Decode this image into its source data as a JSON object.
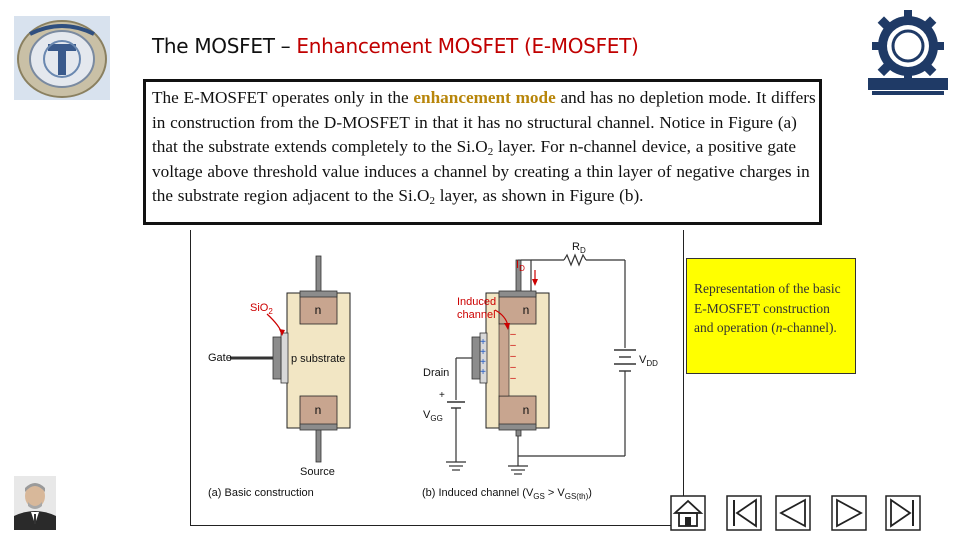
{
  "title": {
    "prefix": "The MOSFET – ",
    "accent": "Enhancement MOSFET (E-MOSFET)"
  },
  "body_text": {
    "p1": "The E-MOSFET operates only in the ",
    "highlight": "enhancement mode",
    "p2": " and has no depletion mode. It differs in construction from the D-MOSFET in that it has no structural channel. Notice in Figure (a) that the substrate extends completely to the Si.O",
    "sub1": "2",
    "p3": " layer. For n-channel device, a positive gate voltage above threshold value induces a channel by creating a thin layer of negative charges in the substrate region adjacent to the Si.O",
    "sub2": "2",
    "p4": " layer, as shown in Figure (b)."
  },
  "caption": {
    "text_a": "Representation of the basic E-MOSFET construction and operation (",
    "italic": "n",
    "text_b": "-channel)."
  },
  "figure": {
    "sio2": "SiO",
    "sio2_sub": "2",
    "gate": "Gate",
    "n_top": "n",
    "n_bottom": "n",
    "p_substrate": "p substrate",
    "source": "Source",
    "caption_a": "(a) Basic construction",
    "rd": "R",
    "rd_sub": "D",
    "id": "I",
    "id_sub": "D",
    "induced_1": "Induced",
    "induced_2": "channel",
    "drain": "Drain",
    "vdd": "V",
    "vdd_sub": "DD",
    "vgg": "V",
    "vgg_sub": "GG",
    "n_top_b": "n",
    "n_bottom_b": "n",
    "caption_b_1": "(b) Induced channel (V",
    "caption_b_sub1": "GS",
    "caption_b_2": " > V",
    "caption_b_sub2": "GS(th)",
    "caption_b_3": ")",
    "plus": "+",
    "minus": "–"
  },
  "colors": {
    "title_accent": "#c00000",
    "highlight": "#b8860b",
    "caption_bg": "#ffff00",
    "substrate": "#f2e6c4",
    "n_region": "#c8a58f",
    "metal": "#8c8c8c",
    "label_red": "#cc0000"
  },
  "icons": {
    "logo_left": "university-logo",
    "logo_right": "college-gear-logo",
    "photo": "presenter-portrait",
    "nav": [
      "home-icon",
      "first-slide-icon",
      "previous-slide-icon",
      "next-slide-icon",
      "last-slide-icon"
    ]
  }
}
